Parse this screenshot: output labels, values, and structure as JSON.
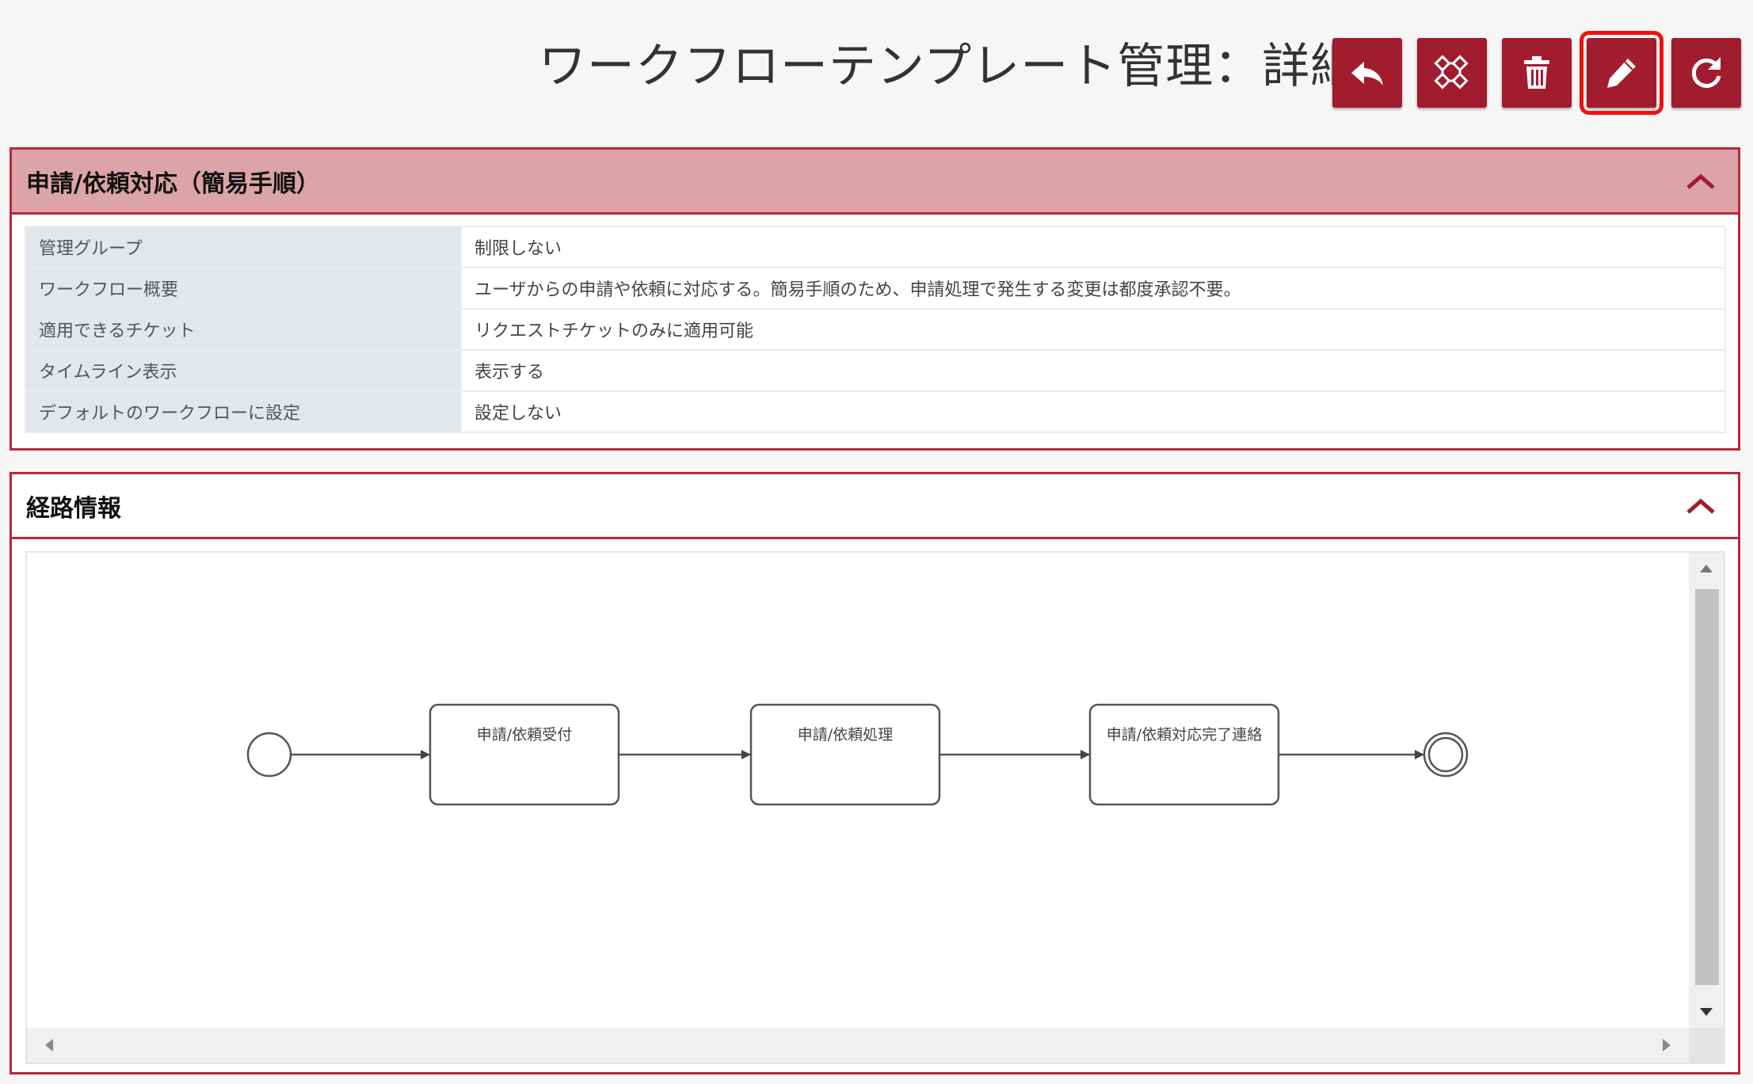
{
  "header": {
    "title": "ワークフローテンプレート管理：詳細",
    "buttons": [
      {
        "name": "back-button",
        "icon": "reply-arrow-icon"
      },
      {
        "name": "workflow-design-button",
        "icon": "network-icon"
      },
      {
        "name": "delete-button",
        "icon": "trash-icon"
      },
      {
        "name": "edit-button",
        "icon": "pencil-icon",
        "selected": true
      },
      {
        "name": "refresh-button",
        "icon": "refresh-icon"
      }
    ]
  },
  "colors": {
    "accent": "#a11c2f",
    "panel_border": "#b8283a",
    "panel_header_bg": "#dca4a8",
    "highlight_outline": "#ee1111"
  },
  "workflow_panel": {
    "title": "申請/依頼対応（簡易手順）",
    "rows": [
      {
        "label": "管理グループ",
        "value": "制限しない"
      },
      {
        "label": "ワークフロー概要",
        "value": "ユーザからの申請や依頼に対応する。簡易手順のため、申請処理で発生する変更は都度承認不要。"
      },
      {
        "label": "適用できるチケット",
        "value": "リクエストチケットのみに適用可能"
      },
      {
        "label": "タイムライン表示",
        "value": "表示する"
      },
      {
        "label": "デフォルトのワークフローに設定",
        "value": "設定しない"
      }
    ]
  },
  "route_panel": {
    "title": "経路情報",
    "nodes": [
      {
        "label": "申請/依頼受付"
      },
      {
        "label": "申請/依頼処理"
      },
      {
        "label": "申請/依頼対応完了連絡"
      }
    ]
  }
}
